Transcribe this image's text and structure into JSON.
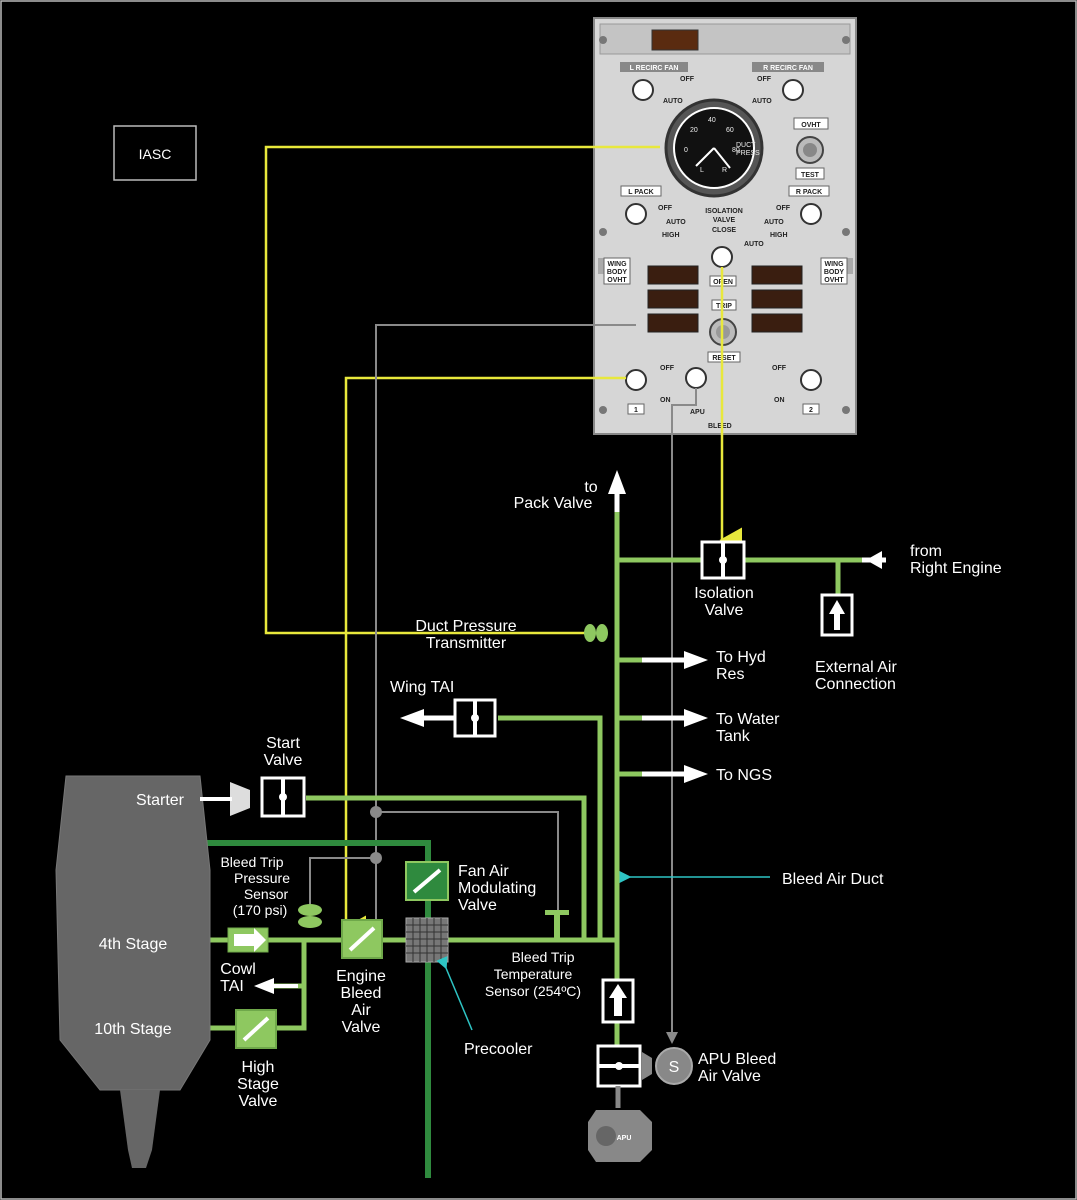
{
  "iasc_box": "IASC",
  "labels": {
    "to_pack_valve": [
      "to",
      "Pack Valve"
    ],
    "isolation_valve": [
      "Isolation",
      "Valve"
    ],
    "from_right_engine": [
      "from",
      "Right Engine"
    ],
    "external_air": [
      "External Air",
      "Connection"
    ],
    "duct_pressure": [
      "Duct Pressure",
      "Transmitter"
    ],
    "to_hyd_res": [
      "To Hyd",
      "Res"
    ],
    "wing_tai": [
      "Wing TAI"
    ],
    "to_water_tank": [
      "To Water",
      "Tank"
    ],
    "start_valve": [
      "Start",
      "Valve"
    ],
    "starter": [
      "Starter"
    ],
    "to_ngs": [
      "To NGS"
    ],
    "bleed_trip_pressure": [
      "Bleed Trip",
      "Pressure",
      "Sensor",
      "(170 psi)"
    ],
    "fan_air_mod": [
      "Fan Air",
      "Modulating",
      "Valve"
    ],
    "bleed_air_duct": [
      "Bleed Air Duct"
    ],
    "fourth_stage": "4th Stage",
    "cowl_tai": [
      "Cowl",
      "TAI"
    ],
    "engine_bleed": [
      "Engine",
      "Bleed",
      "Air",
      "Valve"
    ],
    "bleed_trip_temp": [
      "Bleed Trip",
      "Temperature",
      "Sensor (254ºC)"
    ],
    "tenth_stage": "10th Stage",
    "high_stage": [
      "High",
      "Stage",
      "Valve"
    ],
    "precooler": [
      "Precooler"
    ],
    "apu_bleed": [
      "APU Bleed",
      "Air Valve"
    ]
  },
  "panel": {
    "l_recirc_fan": "L RECIRC FAN",
    "r_recirc_fan": "R RECIRC FAN",
    "off": "OFF",
    "auto": "AUTO",
    "ovht": "OVHT",
    "test": "TEST",
    "l_pack": "L PACK",
    "r_pack": "R PACK",
    "isolation_valve": [
      "ISOLATION",
      "VALVE"
    ],
    "close": "CLOSE",
    "open": "OPEN",
    "high": "HIGH",
    "wing_body": [
      "WING",
      "BODY",
      "OVHT"
    ],
    "trip": "TRIP",
    "reset": "RESET",
    "on": "ON",
    "apu": "APU",
    "bleed": "BLEED",
    "one": "1",
    "two": "2",
    "gauge": {
      "duct": "DUCT",
      "press": "PRESS",
      "l": "L",
      "r": "R",
      "ticks": [
        "0",
        "20",
        "40",
        "60",
        "80"
      ]
    }
  },
  "apu": {
    "s_label": "S",
    "apu_text": "APU"
  },
  "colors": {
    "duct_light": "#8ec860",
    "duct_dark": "#2f8a3e",
    "wire_yellow": "#e8e83c",
    "wire_grey": "#8a8a8a",
    "leader_cyan": "#2ec4c4"
  }
}
